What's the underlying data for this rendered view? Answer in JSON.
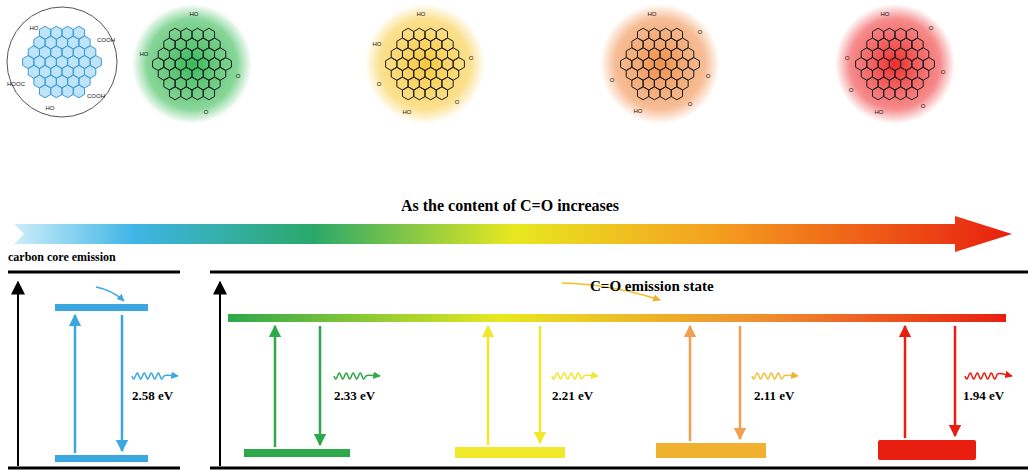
{
  "diagram": {
    "nodes": [
      {
        "text": [
          "carbon core emission"
        ]
      },
      {
        "text": [
          "C=O emission state"
        ]
      }
    ],
    "labels": [
      "As the content of C=O increases",
      "2.58 eV",
      "2.33 eV",
      "2.21 eV",
      "2.11 eV",
      "1.94 eV",
      "HO",
      "COOH",
      "HOOC",
      "HO",
      "COOH",
      "HO",
      "HO",
      "O",
      "O",
      "HO",
      "HO",
      "O",
      "O",
      "HO",
      "O",
      "HO",
      "O",
      "O",
      "O",
      "HO",
      "O",
      "HO",
      "O",
      "O",
      "O",
      "O",
      "HO",
      "O"
    ]
  }
}
